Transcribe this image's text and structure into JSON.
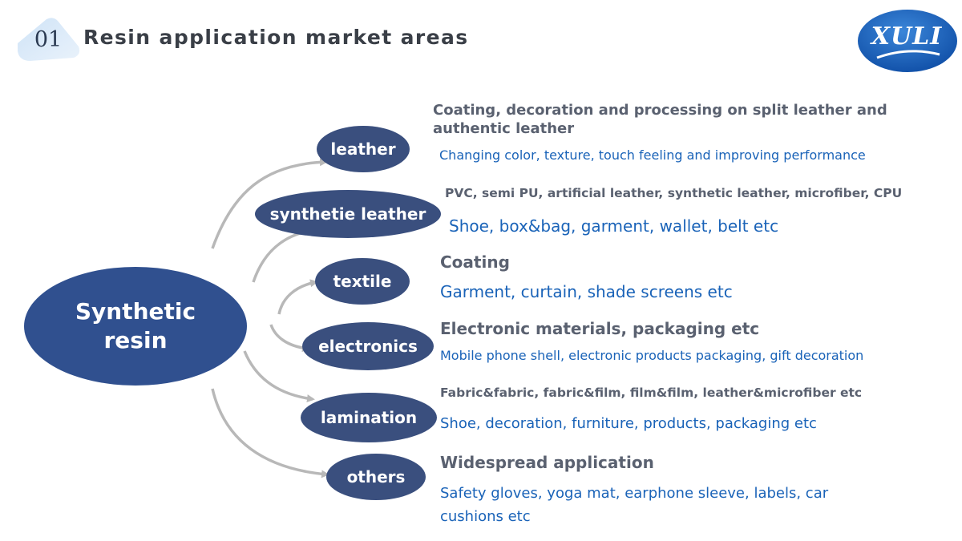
{
  "header": {
    "number": "01",
    "title": "Resin application market areas",
    "logo_text": "XULI"
  },
  "colors": {
    "hub": "#30508f",
    "node": "#3a4f7e",
    "heading_text": "#5a6170",
    "desc_text": "#1a63b8",
    "arrow": "#b8b8b8",
    "logo": "#1a5fb4"
  },
  "hub": {
    "line1": "Synthetic",
    "line2": "resin"
  },
  "areas": [
    {
      "label": "leather",
      "heading_line1": "Coating, decoration and processing on split leather and",
      "heading_line2": "authentic leather",
      "description": "Changing color, texture, touch feeling and improving performance"
    },
    {
      "label": "synthetie leather",
      "heading": "PVC, semi PU, artificial leather, synthetic leather, microfiber, CPU",
      "description": "Shoe, box&bag, garment, wallet, belt etc"
    },
    {
      "label": "textile",
      "heading": "Coating",
      "description": "Garment, curtain, shade screens etc"
    },
    {
      "label": "electronics",
      "heading": "Electronic materials, packaging etc",
      "description": "Mobile phone shell, electronic products packaging, gift decoration"
    },
    {
      "label": "lamination",
      "heading": "Fabric&fabric, fabric&film, film&film, leather&microfiber etc",
      "description": "Shoe, decoration, furniture, products, packaging etc"
    },
    {
      "label": "others",
      "heading": "Widespread application",
      "description_line1": "Safety gloves, yoga mat, earphone sleeve, labels, car",
      "description_line2": "cushions etc"
    }
  ]
}
